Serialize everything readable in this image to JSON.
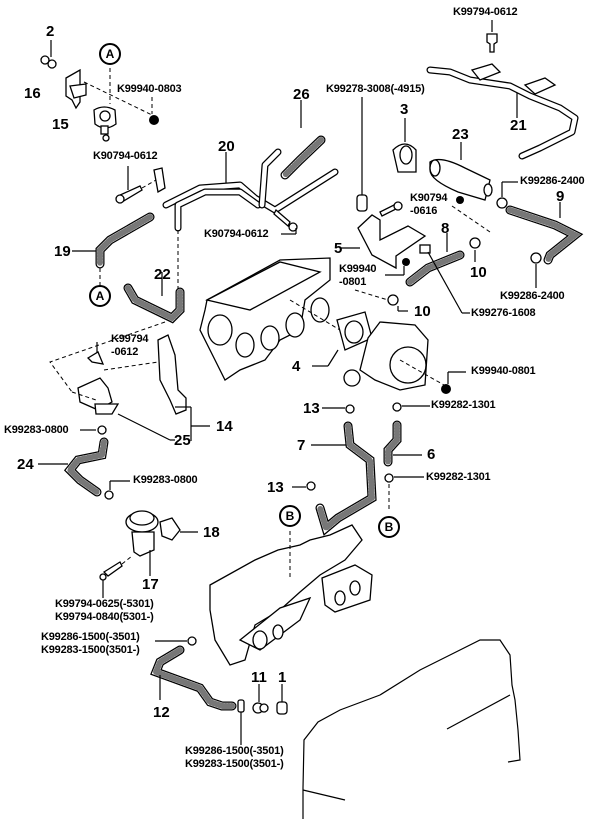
{
  "diagram": {
    "type": "exploded-parts-diagram",
    "reference_markers": {
      "A": "A",
      "B": "B"
    },
    "item_numbers": {
      "n1": "1",
      "n2": "2",
      "n3": "3",
      "n4": "4",
      "n5": "5",
      "n6": "6",
      "n7": "7",
      "n8": "8",
      "n9": "9",
      "n10a": "10",
      "n10b": "10",
      "n11": "11",
      "n12": "12",
      "n13a": "13",
      "n13b": "13",
      "n14": "14",
      "n15": "15",
      "n16": "16",
      "n17": "17",
      "n18": "18",
      "n19": "19",
      "n20": "20",
      "n21": "21",
      "n22": "22",
      "n23": "23",
      "n24": "24",
      "n25": "25",
      "n26": "26"
    },
    "part_numbers": {
      "bolt_top_right": "K99794-0612",
      "nut_item15": "K99940-0803",
      "clip_3008": "K99278-3008(-4915)",
      "bolt_20_left": "K90794-0612",
      "bolt_20_right": "K90794-0612",
      "bolt_5_line1": "K90794",
      "bolt_5_line2": "-0616",
      "clamp_9_top": "K99286-2400",
      "clamp_9_bottom": "K99286-2400",
      "nut_5_line1": "K99940",
      "nut_5_line2": "-0801",
      "clip_1608": "K99276-1608",
      "bolt_14_line1": "K99794",
      "bolt_14_line2": "-0612",
      "nut_throttle": "K99940-0801",
      "clamp_6_top": "K99282-1301",
      "clamp_6_bottom": "K99282-1301",
      "clamp_24_top": "K99283-0800",
      "clamp_24_bottom": "K99283-0800",
      "bolt_17_line1": "K99794-0625(-5301)",
      "bolt_17_line2": "K99794-0840(5301-)",
      "clamp_12_top_line1": "K99286-1500(-3501)",
      "clamp_12_top_line2": "K99283-1500(3501-)",
      "clamp_12_bottom_line1": "K99286-1500(-3501)",
      "clamp_12_bottom_line2": "K99283-1500(3501-)"
    }
  }
}
